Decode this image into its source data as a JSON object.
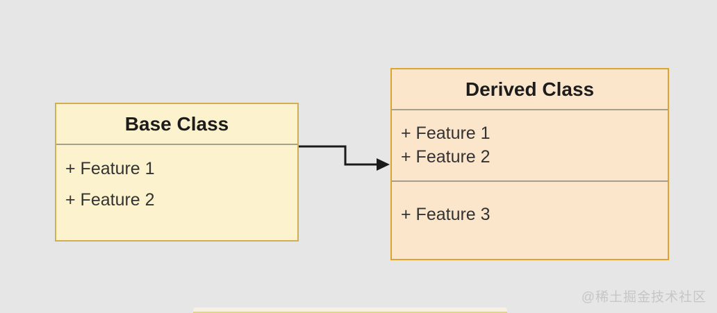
{
  "canvas": {
    "background": "#e6e6e6"
  },
  "diagram": {
    "base_class": {
      "title": "Base Class",
      "features": [
        "+ Feature 1",
        "+ Feature 2"
      ],
      "fill": "#fdf2ce",
      "border": "#d0ae52"
    },
    "derived_class": {
      "title": "Derived Class",
      "inherited_features": [
        "+ Feature 1",
        "+ Feature 2"
      ],
      "own_features": [
        "+ Feature 3"
      ],
      "fill": "#fce6cb",
      "border": "#dca42d"
    },
    "connector": {
      "type": "elbow-arrow",
      "direction": "base-to-derived",
      "color": "#1a1a1a"
    }
  },
  "watermark": {
    "text": "@稀土掘金技术社区",
    "color": "#c6c6c6"
  }
}
